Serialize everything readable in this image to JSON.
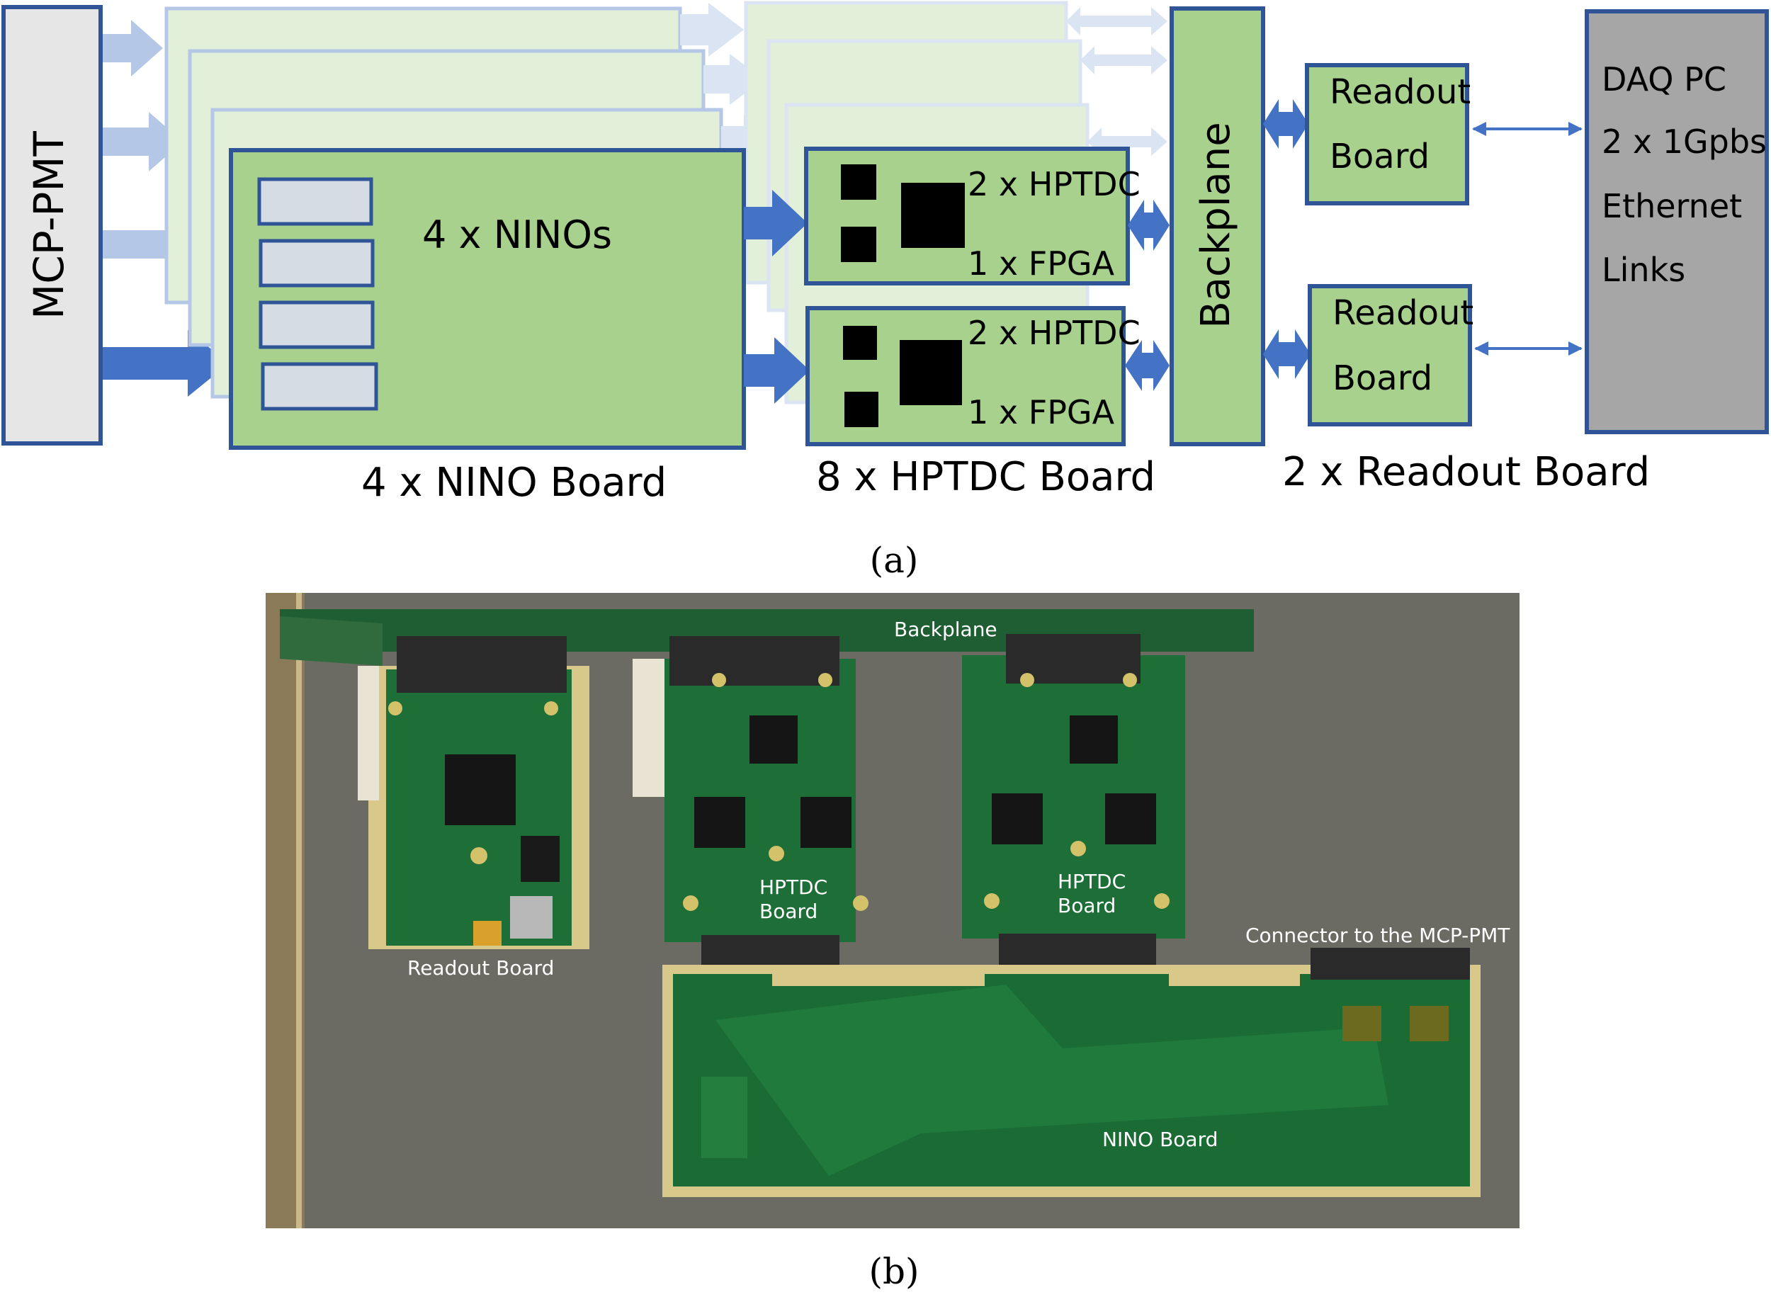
{
  "colors": {
    "board_green": "#a9d18e",
    "board_green_faded": "#e2efd9",
    "outline_blue": "#2f5597",
    "outline_faded": "#b4c7e7",
    "arrow_blue": "#4472c4",
    "arrow_faded": "#b4c7e7",
    "chip_slot": "#d6dce4",
    "pmt_fill": "#e7e6e6",
    "daq_fill": "#a6a6a6",
    "photo_bg": "#6b6b64",
    "pcb_green": "#1b6b35"
  },
  "diagram": {
    "pmt_label": "MCP-PMT",
    "nino_chips_label": "4 x NINOs",
    "nino_board_caption": "4 x NINO Board",
    "hptdc_label": "2 x HPTDC",
    "fpga_label": "1 x FPGA",
    "hptdc_board_caption": "8 x HPTDC Board",
    "backplane_label": "Backplane",
    "readout_board_line1": "Readout",
    "readout_board_line2": "Board",
    "readout_board_caption": "2 x Readout Board",
    "daq_lines": [
      "DAQ PC",
      "2 x 1Gpbs",
      "Ethernet",
      "Links"
    ],
    "caption": "(a)"
  },
  "photo": {
    "backplane": "Backplane",
    "readout_board": "Readout Board",
    "hptdc_line1": "HPTDC",
    "hptdc_line2": "Board",
    "connector": "Connector to the MCP-PMT",
    "nino_board": "NINO Board",
    "caption": "(b)"
  }
}
